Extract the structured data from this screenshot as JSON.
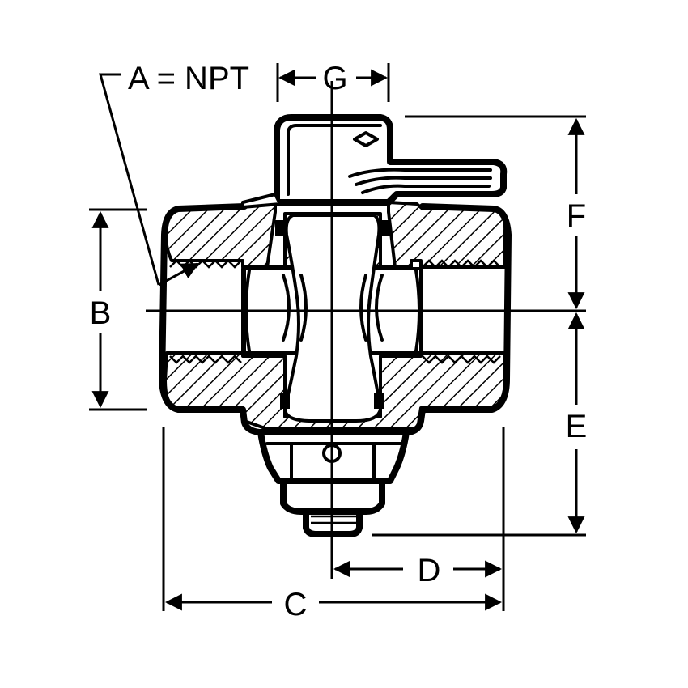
{
  "labels": {
    "a": "A = NPT",
    "b": "B",
    "c": "C",
    "d": "D",
    "e": "E",
    "f": "F",
    "g": "G"
  }
}
